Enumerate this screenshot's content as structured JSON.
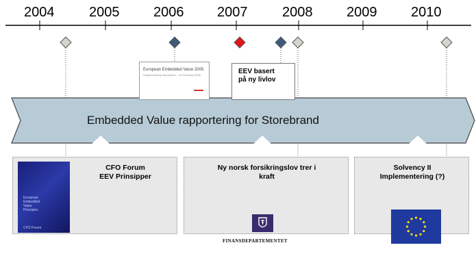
{
  "timeline": {
    "years": [
      "2004",
      "2005",
      "2006",
      "2007",
      "2008",
      "2009",
      "2010"
    ],
    "milestones": [
      {
        "id": "cfo-forum",
        "color": "#d4d4cc",
        "year_value": 2004.4
      },
      {
        "id": "eev-report-2005",
        "color": "#3f5a7a",
        "year_value": 2006.0
      },
      {
        "id": "current",
        "color": "#e3141b",
        "year_value": 2007.1
      },
      {
        "id": "eev-livlov",
        "color": "#3f5a7a",
        "year_value": 2007.8
      },
      {
        "id": "forsikringslov",
        "color": "#d4d4cc",
        "year_value": 2008.0
      },
      {
        "id": "solvency-ii",
        "color": "#d4d4cc",
        "year_value": 2010.3
      }
    ]
  },
  "band": {
    "label": "Embedded Value rapportering for Storebrand",
    "color": "#b7cbd7"
  },
  "doc_2005": {
    "title": "European Embedded Value 2005",
    "subtitle": "Supplementary information – 30 February 2006"
  },
  "note": {
    "text_line1": "EEV basert",
    "text_line2": "på ny livlov"
  },
  "boxes": [
    {
      "title_line1": "CFO Forum",
      "title_line2": "EEV Prinsipper",
      "cover_lines": [
        "European",
        "Embedded",
        "Value",
        "Principles"
      ],
      "cover_footer": "CFO Forum"
    },
    {
      "title_line1": "Ny norsk forsikringslov trer i",
      "title_line2": "kraft",
      "seal_text": "FINANSDEPARTEMENTET"
    },
    {
      "title_line1": "Solvency II",
      "title_line2": "Implementering (?)"
    }
  ]
}
